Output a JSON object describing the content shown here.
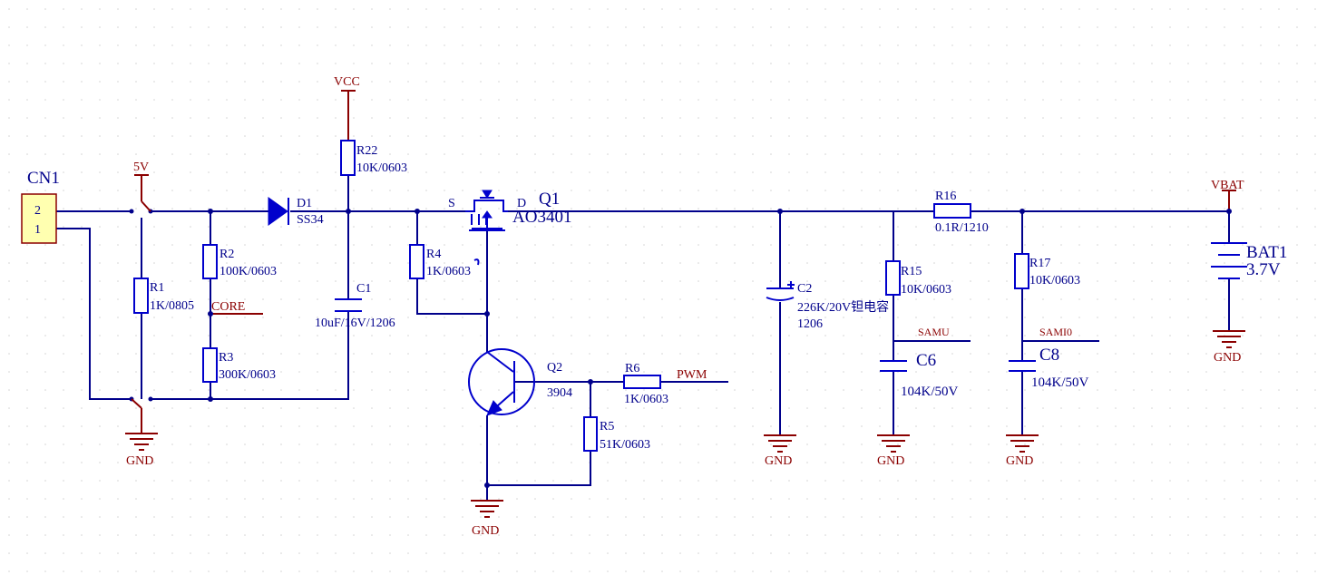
{
  "connector": {
    "designator": "CN1",
    "pins": [
      "2",
      "1"
    ]
  },
  "ports": {
    "v5": "5V",
    "vcc": "VCC",
    "vbat": "VBAT",
    "gnd": "GND"
  },
  "nets": {
    "core": "CORE",
    "pwm": "PWM",
    "samu": "SAMU",
    "sami0": "SAMI0"
  },
  "components": {
    "r1": {
      "des": "R1",
      "val": "1K/0805"
    },
    "r2": {
      "des": "R2",
      "val": "100K/0603"
    },
    "r3": {
      "des": "R3",
      "val": "300K/0603"
    },
    "d1": {
      "des": "D1",
      "val": "SS34"
    },
    "r22": {
      "des": "R22",
      "val": "10K/0603"
    },
    "c1": {
      "des": "C1",
      "val": "10uF/16V/1206"
    },
    "r4": {
      "des": "R4",
      "val": "1K/0603"
    },
    "q1": {
      "des": "Q1",
      "val": "AO3401",
      "pin_s": "S",
      "pin_d": "D"
    },
    "q2": {
      "des": "Q2",
      "val": "3904"
    },
    "r6": {
      "des": "R6",
      "val": "1K/0603"
    },
    "r5": {
      "des": "R5",
      "val": "51K/0603"
    },
    "c2": {
      "des": "C2",
      "val": "226K/20V钽电容",
      "pkg": "1206"
    },
    "r15": {
      "des": "R15",
      "val": "10K/0603"
    },
    "c6": {
      "des": "C6",
      "val": "104K/50V"
    },
    "r16": {
      "des": "R16",
      "val": "0.1R/1210"
    },
    "r17": {
      "des": "R17",
      "val": "10K/0603"
    },
    "c8": {
      "des": "C8",
      "val": "104K/50V"
    },
    "bat1": {
      "des": "BAT1",
      "val": "3.7V"
    }
  }
}
